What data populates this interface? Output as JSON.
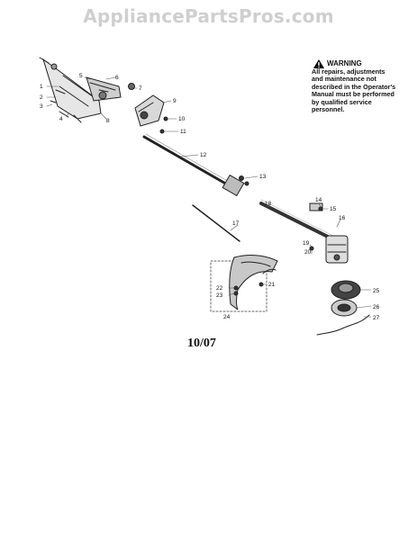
{
  "header": {
    "site_title": "AppliancePartsPros.com"
  },
  "warning": {
    "title": "WARNING",
    "body": "All repairs, adjustments and maintenance not described in the Operator's Manual must be performed by qualified service personnel."
  },
  "date_code": "10/07",
  "callouts": [
    "1",
    "2",
    "3",
    "4",
    "5",
    "6",
    "7",
    "8",
    "9",
    "10",
    "11",
    "12",
    "13",
    "14",
    "15",
    "16",
    "17",
    "18",
    "19",
    "20",
    "21",
    "22",
    "23",
    "24",
    "25",
    "26",
    "27"
  ],
  "icons": {
    "warning": "warning-triangle-icon"
  }
}
